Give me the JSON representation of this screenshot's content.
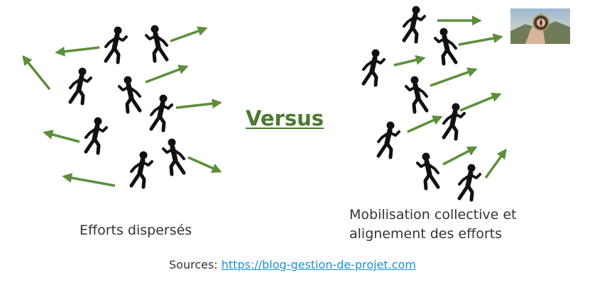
{
  "title": "Versus",
  "left_caption": "Efforts dispersés",
  "right_caption": {
    "line1": "Mobilisation collective et",
    "line2": "alignement des efforts"
  },
  "sources": {
    "label": "Sources: ",
    "link": "https://blog-gestion-de-projet.com"
  },
  "colors": {
    "arrow": "#5b8f3a",
    "figure": "#111111",
    "title": "#4a7a2e",
    "link": "#1a8fd8"
  },
  "icons": {
    "figure": "walking-person-icon",
    "arrow": "arrow-icon",
    "goal": "compass-in-hand-image"
  }
}
